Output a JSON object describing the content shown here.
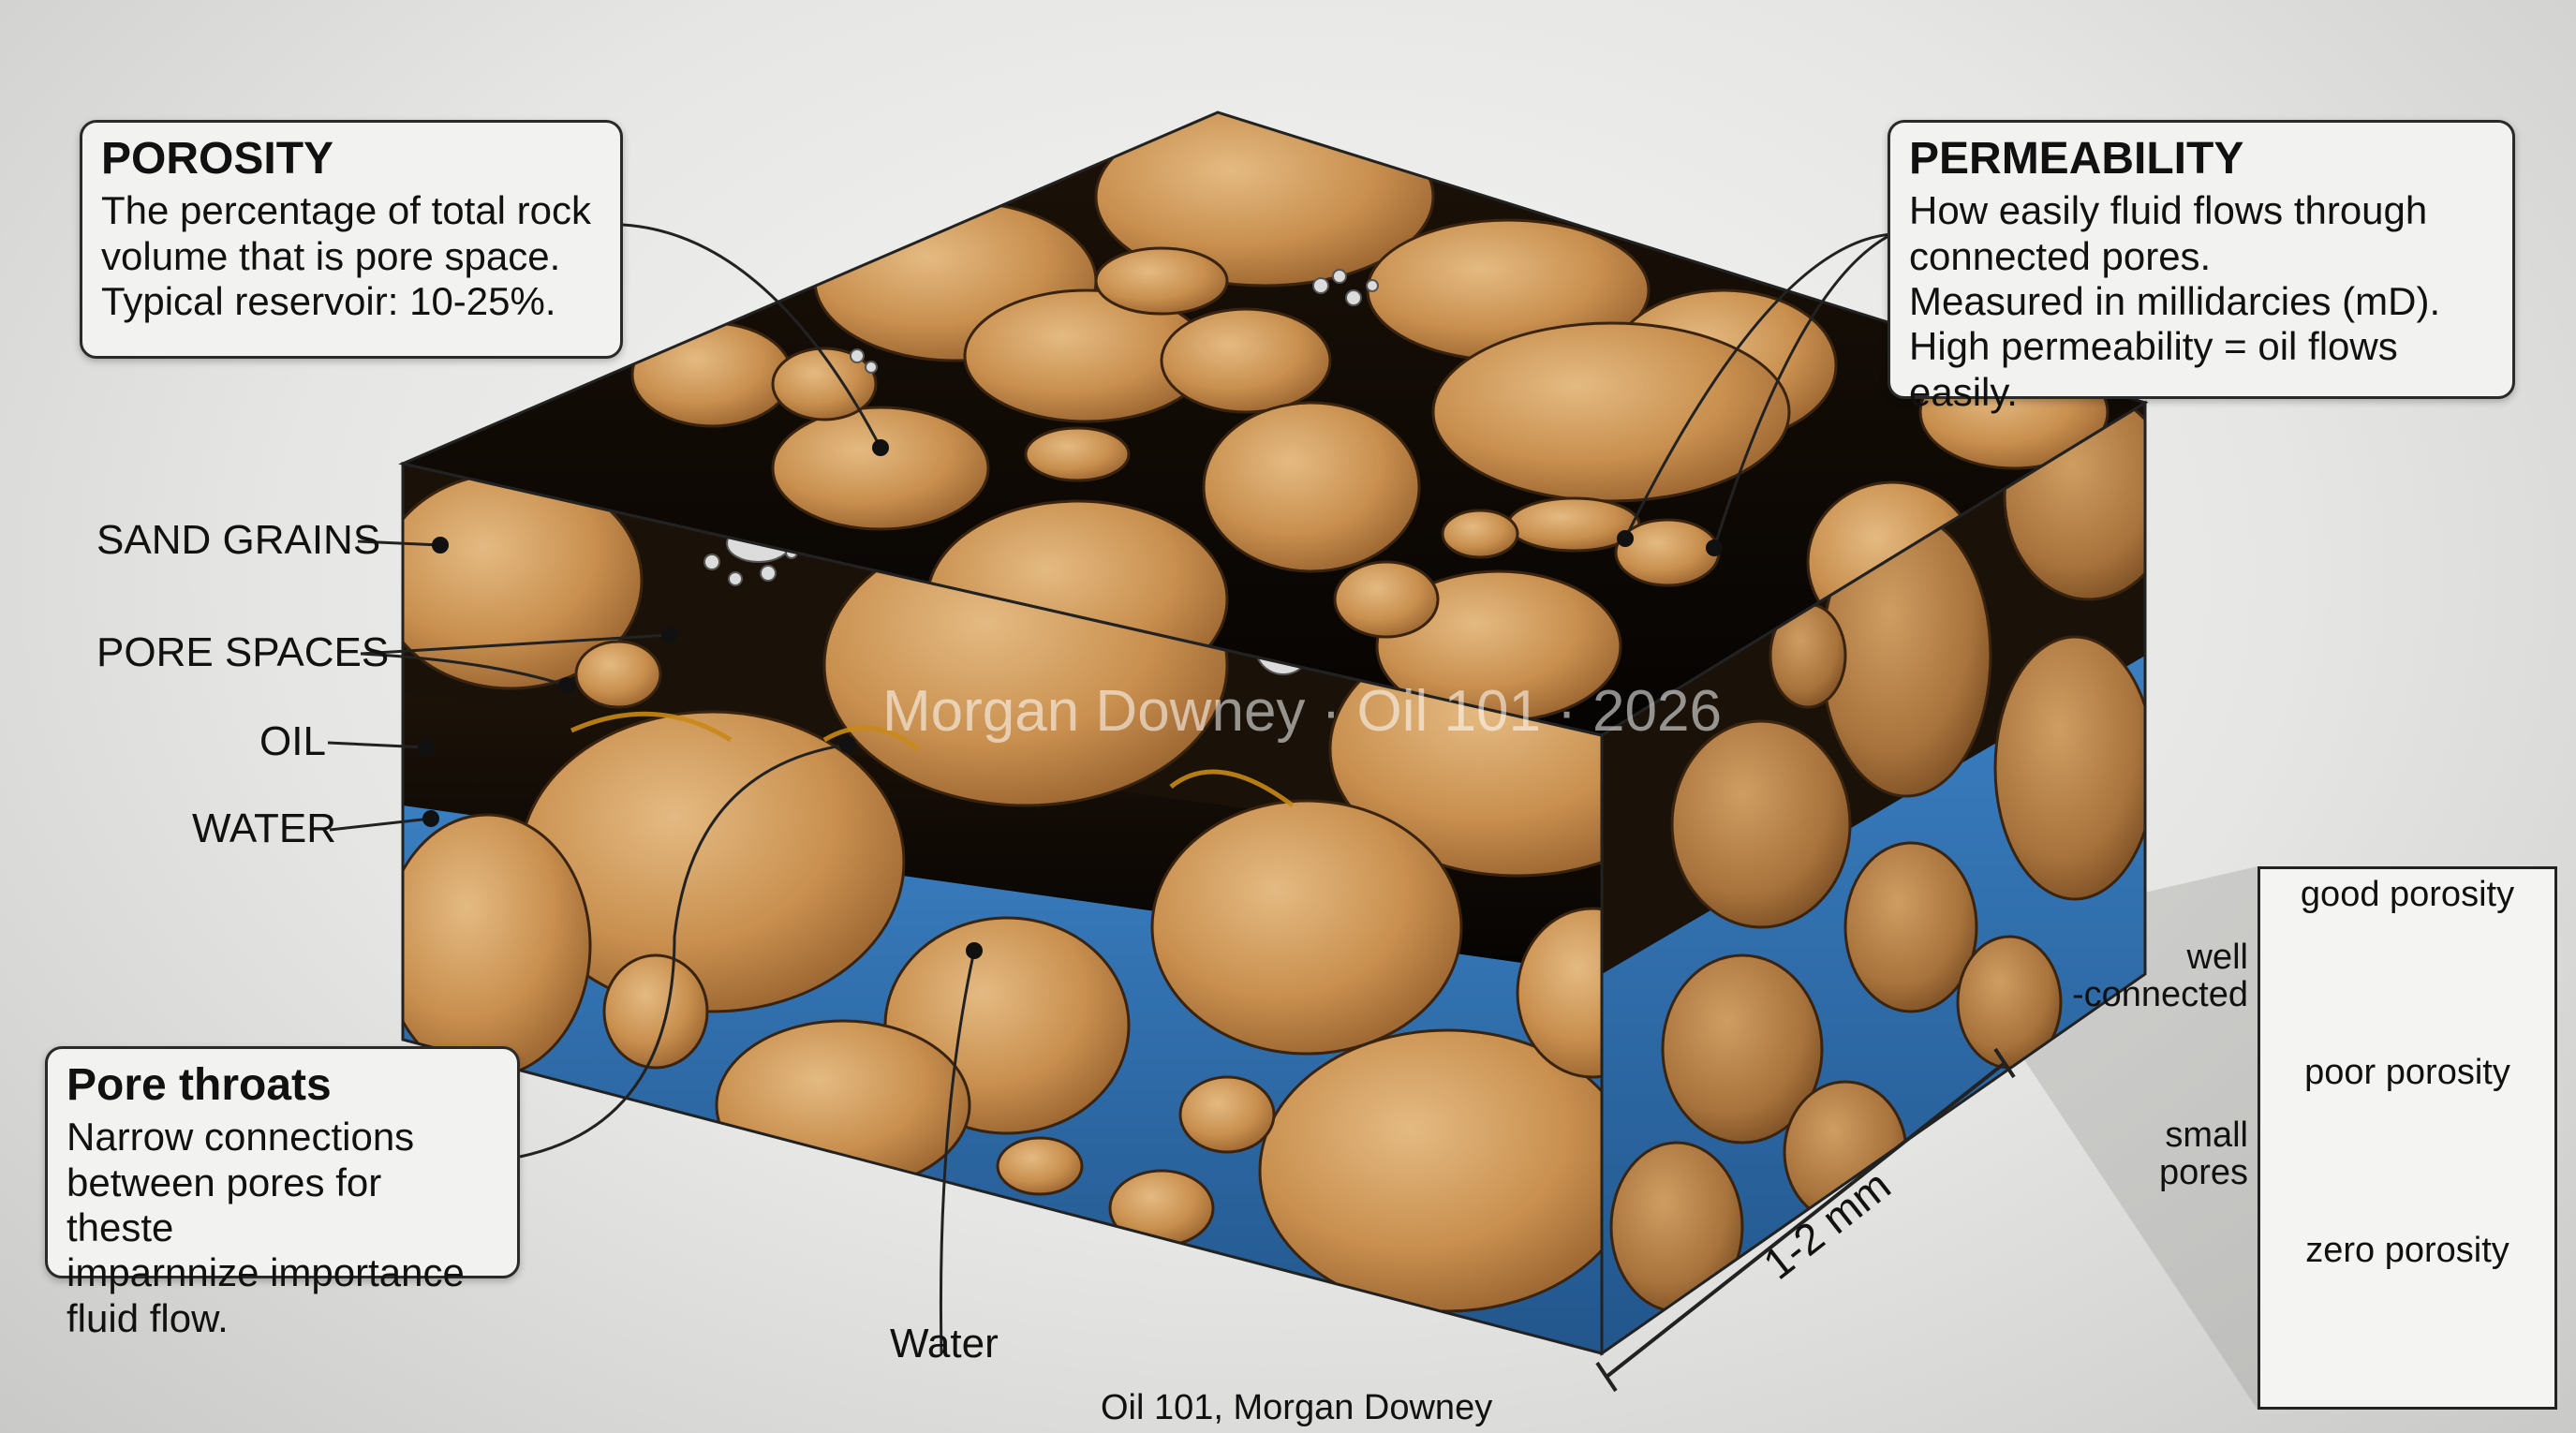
{
  "callouts": {
    "porosity": {
      "title": "POROSITY",
      "body": "The percentage of total rock\nvolume that is pore space.\nTypical reservoir: 10-25%."
    },
    "permeability": {
      "title": "PERMEABILITY",
      "body": "How easily fluid flows through\nconnected pores.\nMeasured in millidarcies (mD).\nHigh permeability = oil flows easily."
    },
    "pore_throats": {
      "title": "Pore throats",
      "body": "Narrow connections\nbetween pores for theste\nimparnnize importance\nfluid flow."
    }
  },
  "labels": {
    "sand_grains": "SAND GRAINS",
    "pore_spaces": "PORE SPACES",
    "oil": "OIL",
    "water_side": "WATER",
    "water_bottom": "Water",
    "scale": "1-2 mm",
    "credit": "Oil 101, Morgan Downey",
    "watermark": "Morgan Downey · Oil 101 · 2026"
  },
  "inset": {
    "panels": [
      {
        "title": "good porosity",
        "side_label": "well\n-connected"
      },
      {
        "title": "poor porosity",
        "side_label": "small\npores"
      },
      {
        "title": "zero porosity",
        "side_label": ""
      }
    ]
  },
  "colors": {
    "grain": "#c9904f",
    "grain_dark": "#8c5a2a",
    "oil": "#140d06",
    "oil_edge": "#c98a17",
    "water": "#2f6fb0",
    "background": "#e6e6e4"
  }
}
